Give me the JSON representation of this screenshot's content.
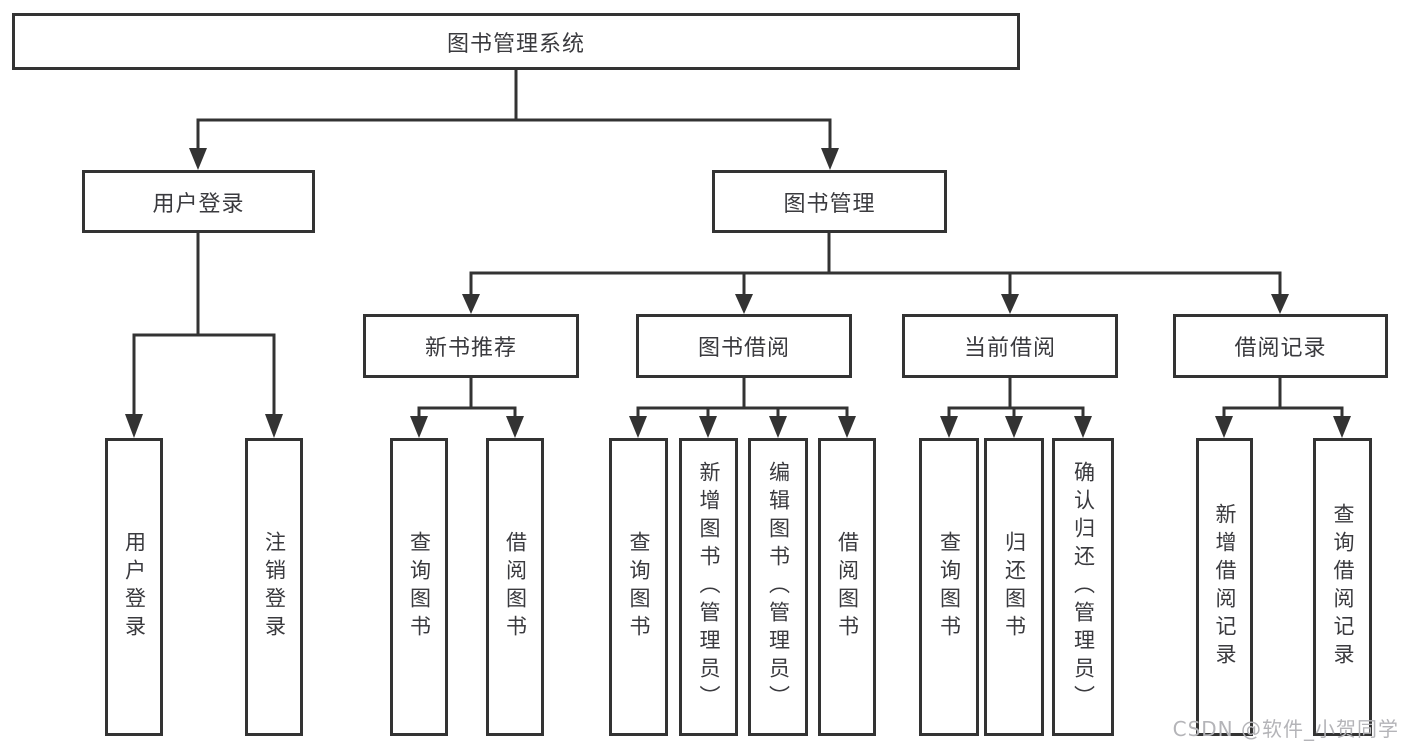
{
  "tree": {
    "root": {
      "label": "图书管理系统"
    },
    "branches": [
      {
        "label": "用户登录",
        "children": [
          {
            "label": "用户登录"
          },
          {
            "label": "注销登录"
          }
        ]
      },
      {
        "label": "图书管理",
        "children": [
          {
            "label": "新书推荐",
            "children": [
              {
                "label": "查询图书"
              },
              {
                "label": "借阅图书"
              }
            ]
          },
          {
            "label": "图书借阅",
            "children": [
              {
                "label": "查询图书"
              },
              {
                "label": "新增图书（管理员）"
              },
              {
                "label": "编辑图书（管理员）"
              },
              {
                "label": "借阅图书"
              }
            ]
          },
          {
            "label": "当前借阅",
            "children": [
              {
                "label": "查询图书"
              },
              {
                "label": "归还图书"
              },
              {
                "label": "确认归还（管理员）"
              }
            ]
          },
          {
            "label": "借阅记录",
            "children": [
              {
                "label": "新增借阅记录"
              },
              {
                "label": "查询借阅记录"
              }
            ]
          }
        ]
      }
    ]
  },
  "watermark": {
    "text": "CSDN @软件_小贺同学"
  },
  "colors": {
    "line": "#333333",
    "text": "#3a3a3e",
    "box_fill": "#ffffff",
    "background": "#ffffff",
    "watermark": "#b4b4b8"
  }
}
